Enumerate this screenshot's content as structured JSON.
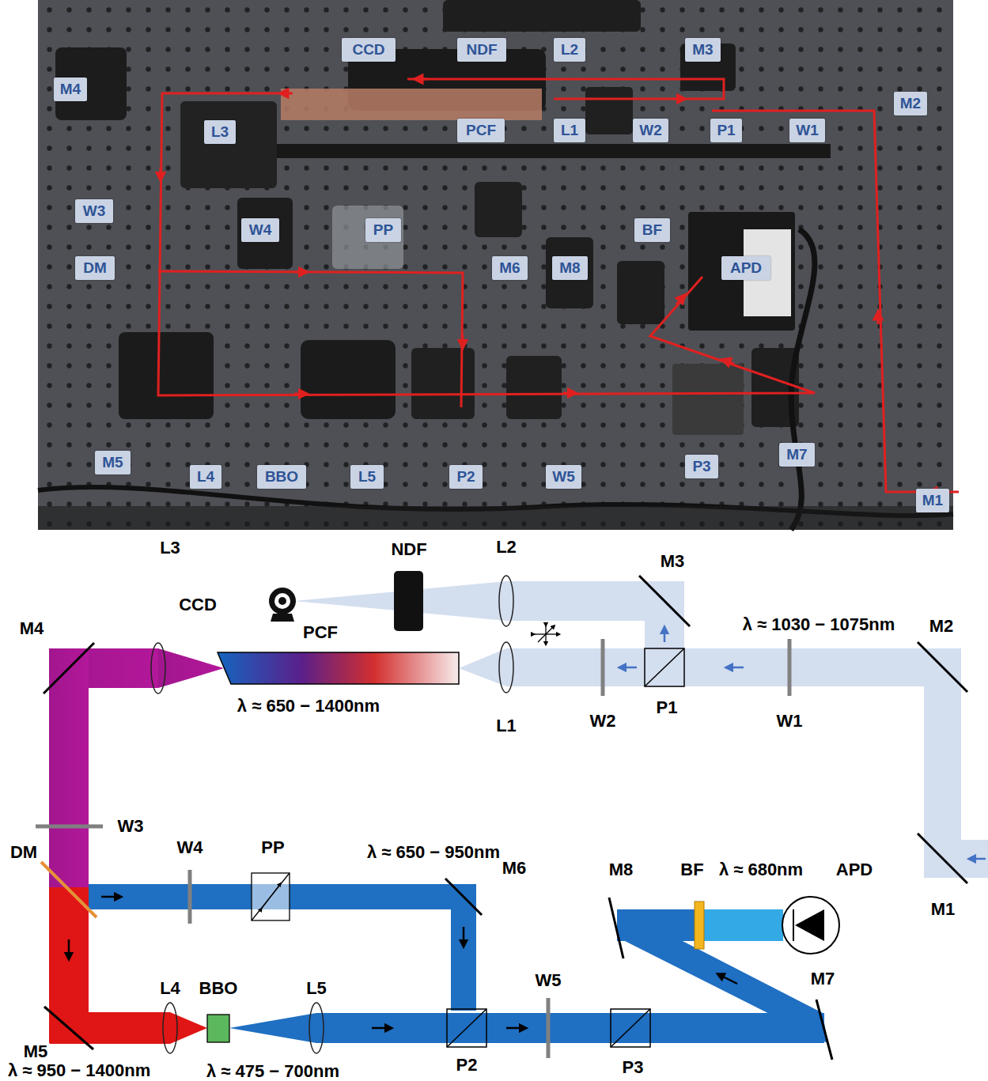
{
  "diagram": {
    "nodes": [
      {
        "text": [
          "CCD"
        ]
      },
      {
        "text": [
          "NDF"
        ]
      },
      {
        "text": [
          "L2"
        ]
      },
      {
        "text": [
          "M3"
        ]
      },
      {
        "text": [
          "M4"
        ]
      },
      {
        "text": [
          "M2"
        ]
      },
      {
        "text": [
          "L3"
        ]
      },
      {
        "text": [
          "PCF"
        ]
      },
      {
        "text": [
          "L1"
        ]
      },
      {
        "text": [
          "W2"
        ]
      },
      {
        "text": [
          "P1"
        ]
      },
      {
        "text": [
          "W1"
        ]
      },
      {
        "text": [
          "W3"
        ]
      },
      {
        "text": [
          "W4"
        ]
      },
      {
        "text": [
          "PP"
        ]
      },
      {
        "text": [
          "BF"
        ]
      },
      {
        "text": [
          "DM"
        ]
      },
      {
        "text": [
          "M6"
        ]
      },
      {
        "text": [
          "M8"
        ]
      },
      {
        "text": [
          "APD"
        ]
      },
      {
        "text": [
          "M7"
        ]
      },
      {
        "text": [
          "M5"
        ]
      },
      {
        "text": [
          "P3"
        ]
      },
      {
        "text": [
          "L4"
        ]
      },
      {
        "text": [
          "BBO"
        ]
      },
      {
        "text": [
          "L5"
        ]
      },
      {
        "text": [
          "P2"
        ]
      },
      {
        "text": [
          "W5"
        ]
      },
      {
        "text": [
          "M1"
        ]
      }
    ],
    "labels": [
      "CCD",
      "NDF",
      "L2",
      "M3",
      "λ ≈ 1030 − 1075nm",
      "M2",
      "L3",
      "PCF",
      "L1",
      "W2",
      "P1",
      "W1",
      "λ ≈ 650 − 1400nm",
      "M4",
      "W3",
      "W4",
      "PP",
      "λ ≈ 650 − 950nm",
      "M6",
      "M8",
      "BF",
      "λ ≈ 680nm",
      "APD",
      "DM",
      "M1",
      "M5",
      "L4",
      "BBO",
      "L5",
      "P2",
      "W5",
      "P3",
      "M7",
      "λ ≈ 950 − 1400nm",
      "λ ≈ 475 − 700nm"
    ]
  }
}
